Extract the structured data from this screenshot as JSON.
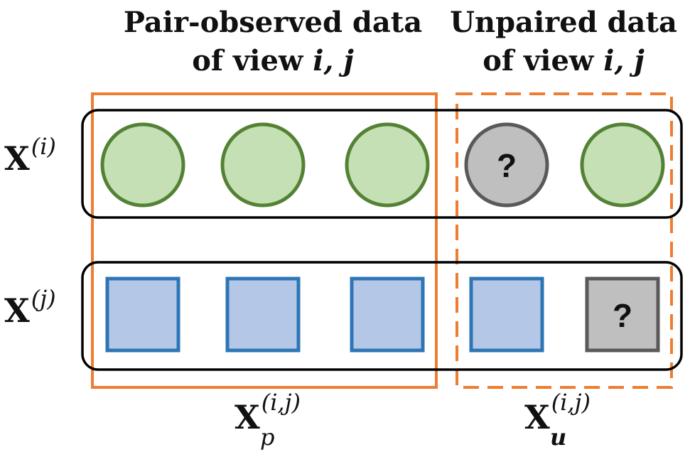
{
  "titles": {
    "paired_line1": "Pair-observed data",
    "paired_line2_prefix": "of view ",
    "paired_line2_vars": "i, j",
    "unpaired_line1": "Unpaired data",
    "unpaired_line2_prefix": "of view ",
    "unpaired_line2_vars": "i, j"
  },
  "row_labels": {
    "view_i": {
      "base": "X",
      "sup": "(i)"
    },
    "view_j": {
      "base": "X",
      "sup": "(j)"
    }
  },
  "group_labels": {
    "paired": {
      "base": "X",
      "sub": "p",
      "sup": "(i,j)"
    },
    "unpaired": {
      "base": "X",
      "sub": "u",
      "sup": "(i,j)"
    }
  },
  "rows": {
    "view_i": {
      "shape": "circle",
      "items": [
        "observed",
        "observed",
        "observed",
        "missing",
        "observed"
      ]
    },
    "view_j": {
      "shape": "square",
      "items": [
        "observed",
        "observed",
        "observed",
        "observed",
        "missing"
      ]
    }
  },
  "missing_marker": "?",
  "colors": {
    "observed_circle_fill": "#c5e0b4",
    "observed_circle_stroke": "#548235",
    "observed_square_fill": "#b4c7e7",
    "observed_square_stroke": "#2e75b6",
    "missing_fill": "#bfbfbf",
    "missing_stroke": "#595959",
    "group_box": "#ed7d31",
    "row_box": "#000000"
  }
}
